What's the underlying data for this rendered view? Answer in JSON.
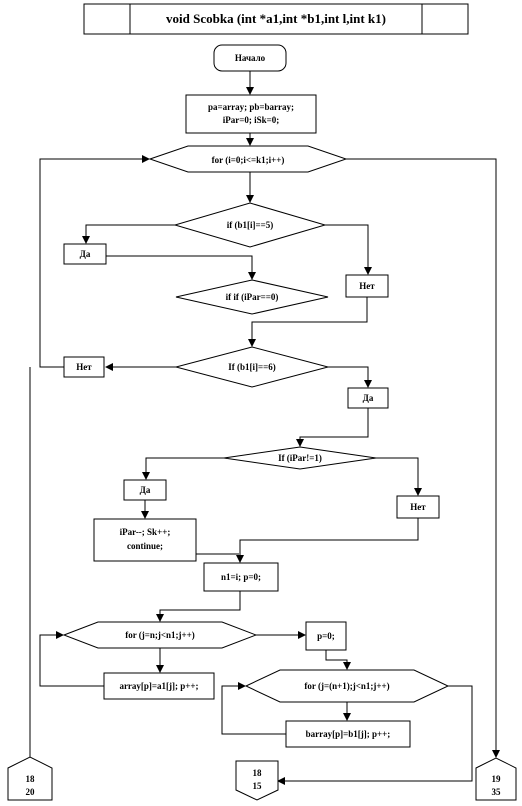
{
  "title": "void Scobka (int *a1,int *b1,int l,int k1)",
  "nodes": {
    "start": "Начало",
    "init_line1": "pa=array; pb=barray;",
    "init_line2": "iPar=0; iSk=0;",
    "loop_i": "for (i=0;i<=k1;i++)",
    "if_b1_5": "if (b1[i]==5)",
    "da_1": "Да",
    "net_1": "Нет",
    "if_ipar_0": "if if (iPar==0)",
    "if_b1_6": "If (b1[i]==6)",
    "net_2": "Нет",
    "da_2": "Да",
    "if_ipar_1": "If (iPar!=1)",
    "da_3": "Да",
    "net_3": "Нет",
    "action_line1": "iPar--;   Sk++;",
    "action_line2": "continue;",
    "assign": "n1=i;   p=0;",
    "loop_j1": "for (j=n;j<n1;j++)",
    "copy_a": "array[p]=a1[j]; p++;",
    "p_zero": "p=0;",
    "loop_j2": "for (j=(n+1);j<n1;j++)",
    "copy_b": "barray[p]=b1[j]; p++;"
  },
  "connectors": {
    "c1_top": "18",
    "c1_bottom": "20",
    "c2_top": "18",
    "c2_bottom": "15",
    "c3_top": "19",
    "c3_bottom": "35"
  }
}
